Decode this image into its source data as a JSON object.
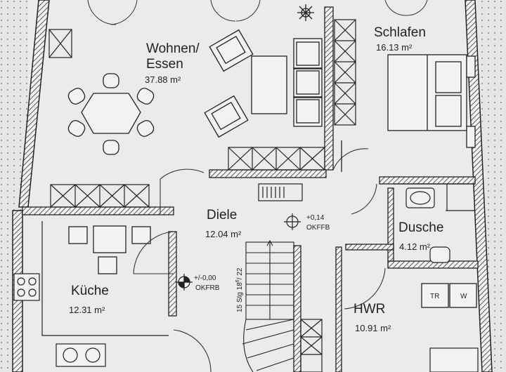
{
  "rooms": [
    {
      "name": "Wohnen/",
      "name2": "Essen",
      "area": "37.88 m²"
    },
    {
      "name": "Schlafen",
      "area": "16.13 m²"
    },
    {
      "name": "Diele",
      "area": "12.04 m²"
    },
    {
      "name": "Dusche",
      "area": "4.12 m²"
    },
    {
      "name": "Küche",
      "area": "12.31 m²"
    },
    {
      "name": "HWR",
      "area": "10.91 m²"
    }
  ],
  "levels": [
    {
      "value": "+0,14",
      "ref": "OKFFB"
    },
    {
      "value": "+/-0,00",
      "ref": "OKFRB"
    }
  ],
  "stairs": {
    "label": "15 Stg 18",
    "sup": "6",
    "rest": "/ 22"
  },
  "appliances": {
    "dryer": "TR",
    "washer": "W"
  },
  "colors": {
    "paper": "#e6e6e4",
    "line": "#2a2a2a",
    "wallfill": "#5a5a5a"
  }
}
